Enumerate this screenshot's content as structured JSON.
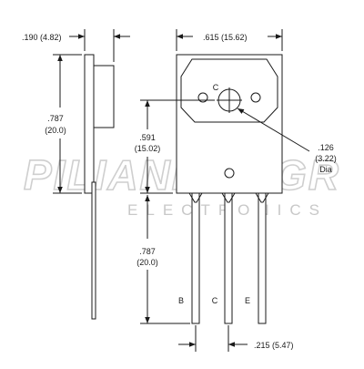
{
  "watermark": {
    "brand": "PILIANIDIS.GR",
    "tagline": "ELECTRONICS"
  },
  "dimensions": {
    "thickness": ".190 (4.82)",
    "width": ".615 (15.62)",
    "body_height_in": ".787",
    "body_height_mm": "(20.0)",
    "hole_height_in": ".591",
    "hole_height_mm": "(15.02)",
    "hole_dia_in": ".126",
    "hole_dia_mm": "(3.22)",
    "hole_dia_label": "Dia",
    "lead_length_in": ".787",
    "lead_length_mm": "(20.0)",
    "pin_pitch": ".215 (5.47)"
  },
  "pins": {
    "tab_label": "C",
    "pin1": "B",
    "pin2": "C",
    "pin3": "E"
  }
}
